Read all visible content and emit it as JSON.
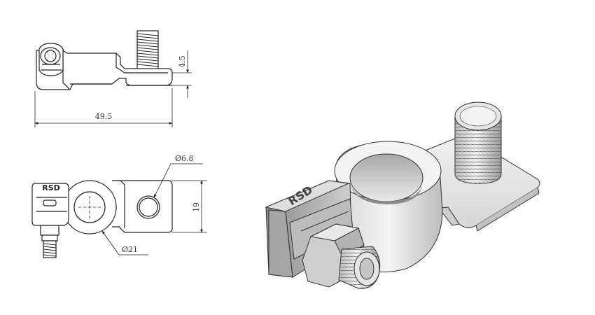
{
  "drawing": {
    "brand_mark": "RSD",
    "dimensions": {
      "overall_length": "49.5",
      "plate_thickness": "4.5",
      "hole_diameter": "Ø6.8",
      "clamp_diameter": "Ø21",
      "plate_width": "19"
    }
  }
}
